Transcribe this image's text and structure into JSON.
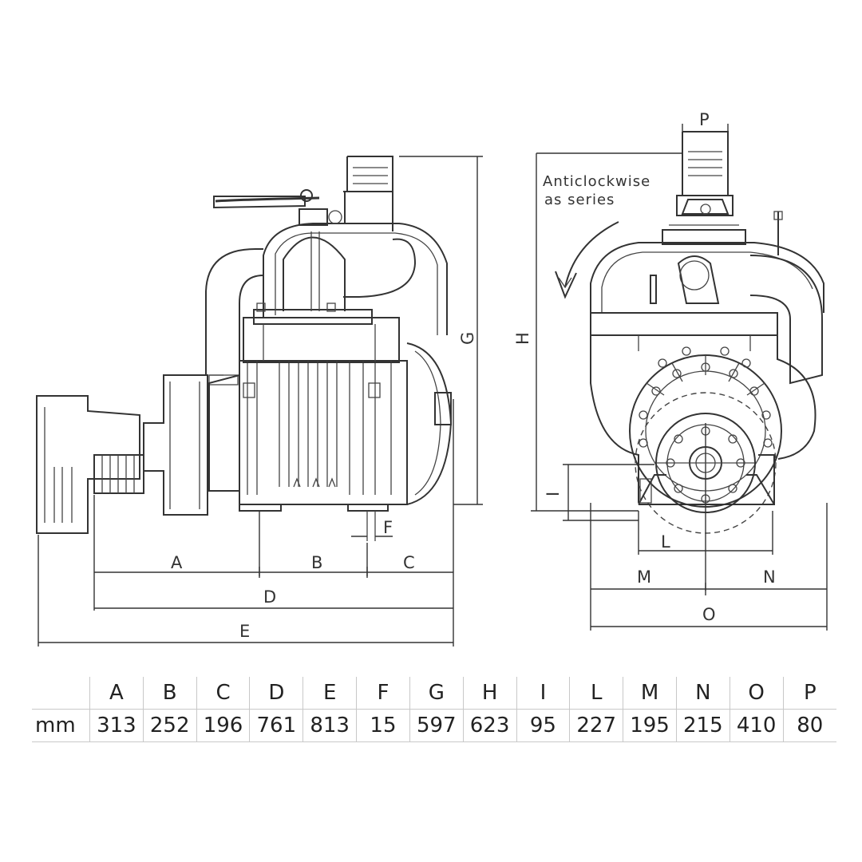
{
  "labels": {
    "A": "A",
    "B": "B",
    "C": "C",
    "D": "D",
    "E": "E",
    "F": "F",
    "G": "G",
    "H": "H",
    "I": "I",
    "L": "L",
    "M": "M",
    "N": "N",
    "O": "O",
    "P": "P"
  },
  "rotation_note": {
    "line1": "Anticlockwise",
    "line2": "as series"
  },
  "spec_table": {
    "unit": "mm",
    "headers": [
      "A",
      "B",
      "C",
      "D",
      "E",
      "F",
      "G",
      "H",
      "I",
      "L",
      "M",
      "N",
      "O",
      "P"
    ],
    "values": [
      "313",
      "252",
      "196",
      "761",
      "813",
      "15",
      "597",
      "623",
      "95",
      "227",
      "195",
      "215",
      "410",
      "80"
    ]
  }
}
